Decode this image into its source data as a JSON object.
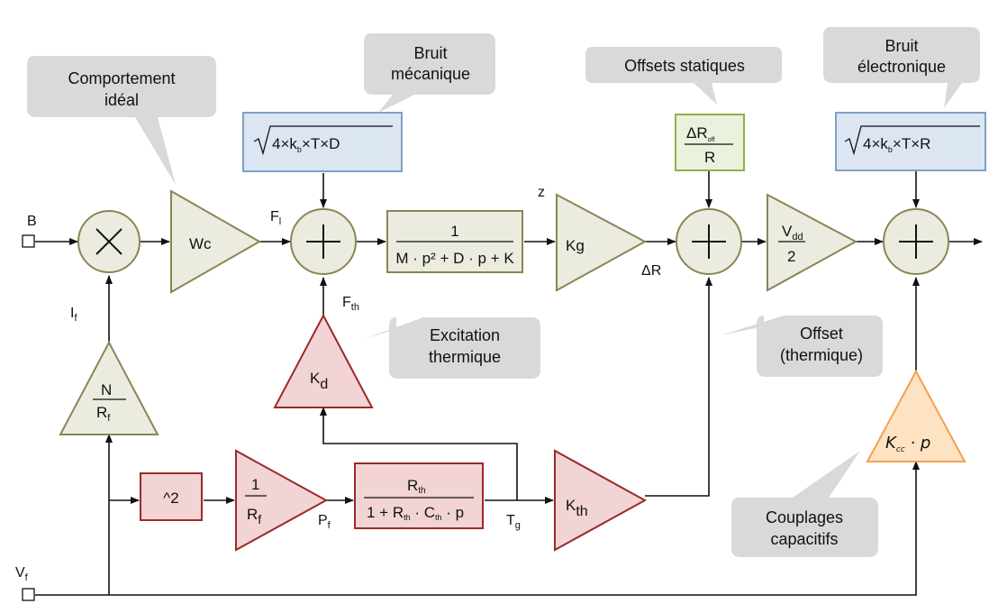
{
  "callouts": {
    "ideal": [
      "Comportement",
      "idéal"
    ],
    "bruit_mecanique": [
      "Bruit",
      "mécanique"
    ],
    "offsets_statiques": [
      "Offsets statiques"
    ],
    "bruit_electronique": [
      "Bruit",
      "électronique"
    ],
    "excitation": [
      "Excitation",
      "thermique"
    ],
    "offset_thermique": [
      "Offset",
      "(thermique)"
    ],
    "couplages": [
      "Couplages",
      "capacitifs"
    ]
  },
  "signals": {
    "B": "B",
    "Vf": "V",
    "Vf_sub": "f",
    "If": "I",
    "If_sub": "f",
    "Fl": "F",
    "Fl_sub": "l",
    "Fth": "F",
    "Fth_sub": "th",
    "z": "z",
    "dR": "ΔR",
    "Pf": "P",
    "Pf_sub": "f",
    "Tg": "T",
    "Tg_sub": "g"
  },
  "blocks": {
    "wc": "Wc",
    "kg": "Kg",
    "kd": "K",
    "kd_sub": "d",
    "kth": "K",
    "kth_sub": "th",
    "square": "^2",
    "n_over_rf": {
      "num": "N",
      "den": "R",
      "den_sub": "f"
    },
    "one_over_rf": {
      "num": "1",
      "den": "R",
      "den_sub": "f"
    },
    "vdd_over_2": {
      "num": "V",
      "num_sub": "dd",
      "den": "2"
    },
    "mech_tf": {
      "num": "1",
      "den": "M · p² + D · p + K"
    },
    "therm_tf": {
      "num": "R",
      "num_sub": "th",
      "den": "1 + R",
      "den_sub1": "th",
      "den_mid": " · C",
      "den_sub2": "th",
      "den_end": " · p"
    },
    "noise_mech": {
      "root": "4×k",
      "root_sub": "b",
      "root_end": "×T×D"
    },
    "noise_elec": {
      "root": "4×k",
      "root_sub": "b",
      "root_end": "×T×R"
    },
    "offset_static": {
      "num": "ΔR",
      "num_sub": "off",
      "den": "R"
    },
    "kcc": {
      "base": "K",
      "sub": "cc",
      "end": " · p"
    }
  },
  "colors": {
    "olive_fill": "#ecebe0",
    "olive_stroke": "#8b8555",
    "red_fill": "#f2d4d4",
    "red_stroke": "#9b2a2a",
    "blue_fill": "#dce6f2",
    "blue_stroke": "#7f9fc8",
    "green_fill": "#eaf1dd",
    "green_stroke": "#8fb04a",
    "orange_fill": "#fde3c2",
    "orange_stroke": "#f4a050",
    "callout_fill": "#d9d9d9"
  }
}
